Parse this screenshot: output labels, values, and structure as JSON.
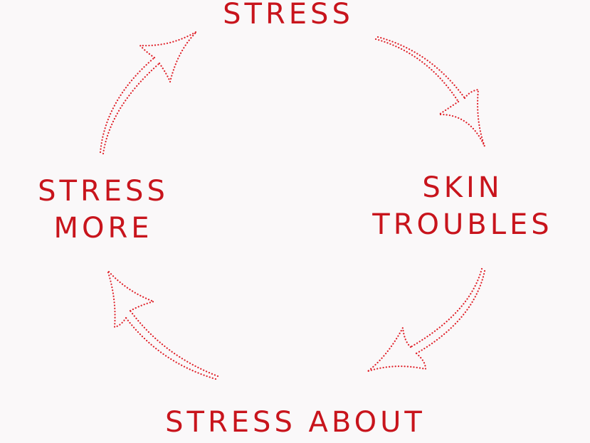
{
  "diagram": {
    "type": "cycle",
    "accent_color": "#c8141c",
    "background_color": "#faf8f9",
    "nodes": [
      {
        "id": "top",
        "lines": [
          "STRESS"
        ]
      },
      {
        "id": "right",
        "lines": [
          "SKIN",
          "TROUBLES"
        ]
      },
      {
        "id": "bottom",
        "lines": [
          "STRESS ABOUT"
        ]
      },
      {
        "id": "left",
        "lines": [
          "STRESS",
          "MORE"
        ]
      }
    ],
    "edges": [
      {
        "from": "top",
        "to": "right",
        "icon": "dotted-curved-arrow-icon"
      },
      {
        "from": "right",
        "to": "bottom",
        "icon": "dotted-curved-arrow-icon"
      },
      {
        "from": "bottom",
        "to": "left",
        "icon": "dotted-curved-arrow-icon"
      },
      {
        "from": "left",
        "to": "top",
        "icon": "dotted-curved-arrow-icon"
      }
    ]
  }
}
